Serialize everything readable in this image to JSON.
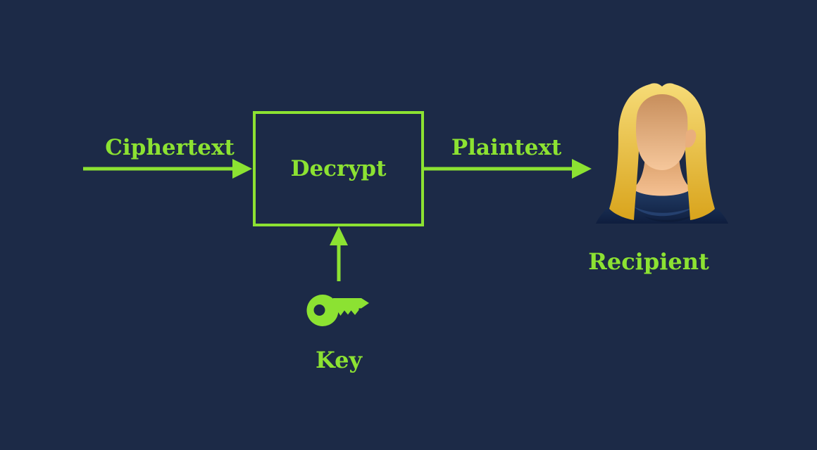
{
  "colors": {
    "background": "#1C2A47",
    "accent_green": "#8CE232",
    "hair_light": "#F6DB77",
    "hair_dark": "#D9A41C",
    "skin_face_dark": "#C78E5C",
    "skin_face_light": "#F6C79B",
    "skin_neck_dark": "#D79C66",
    "skin_neck_light": "#F5C193",
    "skin_ear": "#E9AE7D",
    "shirt_light": "#24406B",
    "shirt_dark": "#0F1E3E",
    "shirt_highlight": "#33568E",
    "shirt_fold_dark": "#0D1A36"
  },
  "diagram": {
    "input": {
      "label": "Ciphertext"
    },
    "process": {
      "label": "Decrypt"
    },
    "output": {
      "label": "Plaintext"
    },
    "key": {
      "label": "Key",
      "icon": "key-icon"
    },
    "recipient": {
      "label": "Recipient",
      "icon": "recipient-avatar"
    }
  }
}
